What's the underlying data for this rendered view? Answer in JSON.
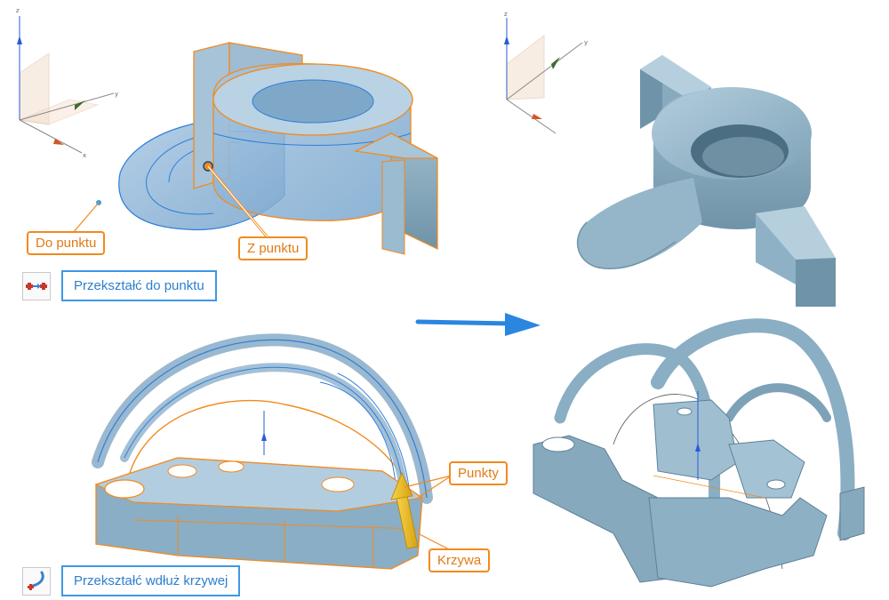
{
  "callouts": {
    "do_punktu": "Do punktu",
    "z_punktu": "Z punktu",
    "punkty": "Punkty",
    "krzywa": "Krzywa"
  },
  "tools": {
    "transform_to_point": {
      "label": "Przekształć do punktu",
      "icon": "arrow-between-crosses-icon"
    },
    "transform_along_curve": {
      "label": "Przekształć wdłuż krzywej",
      "icon": "curve-with-cross-icon"
    }
  },
  "triad": {
    "z": "z",
    "y": "y",
    "x": "x"
  },
  "colors": {
    "callout_orange": "#f28a1e",
    "tool_blue": "#3c98e6",
    "part_blue": "#8fb3c8",
    "arrow_blue": "#2b86e0"
  }
}
